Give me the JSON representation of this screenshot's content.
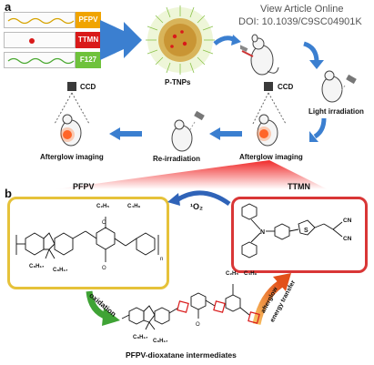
{
  "header": {
    "line1": "View Article Online",
    "line2": "DOI: 10.1039/C9SC04901K"
  },
  "panel_a": {
    "letter": "a",
    "components": [
      {
        "label": "PFPV",
        "color": "#f0a400"
      },
      {
        "label": "TTMN",
        "color": "#d91a1a"
      },
      {
        "label": "F127",
        "color": "#6fc23c"
      }
    ],
    "nanoparticle_label": "P-TNPs",
    "ccd_left": "CCD",
    "ccd_right": "CCD",
    "light_irradiation": "Light irradiation",
    "afterglow_imaging_left": "Afterglow imaging",
    "re_irradiation": "Re-irradiation",
    "afterglow_imaging_right": "Afterglow imaging"
  },
  "panel_b": {
    "letter": "b",
    "pfpv_title": "PFPV",
    "ttmn_title": "TTMN",
    "singlet_oxygen": "¹O₂",
    "oxidation": "oxidation",
    "afterglow_line1": "afterglow",
    "afterglow_line2": "energy transfer",
    "intermediate_label": "PFPV-dioxatane intermediates",
    "pfpv_chains": {
      "top": "C₂H₅",
      "top2": "C₄H₉",
      "left": "C₈H₁₇",
      "left2": "C₈H₁₇",
      "n": "n"
    },
    "inter_chains": {
      "top": "C₂H₅",
      "top2": "C₄H₉",
      "bot": "C₈H₁₇",
      "bot2": "C₈H₁₇"
    },
    "ttmn_atoms": {
      "N": "N",
      "S": "S",
      "CN1": "CN",
      "CN2": "CN"
    },
    "methoxy": "O",
    "colors": {
      "pfpv_box": "#e6c23a",
      "ttmn_box": "#d93636",
      "blue_arrow": "#2f63b8",
      "green_arrow": "#3fa335",
      "orange_arrow": "#f07a1a"
    }
  }
}
